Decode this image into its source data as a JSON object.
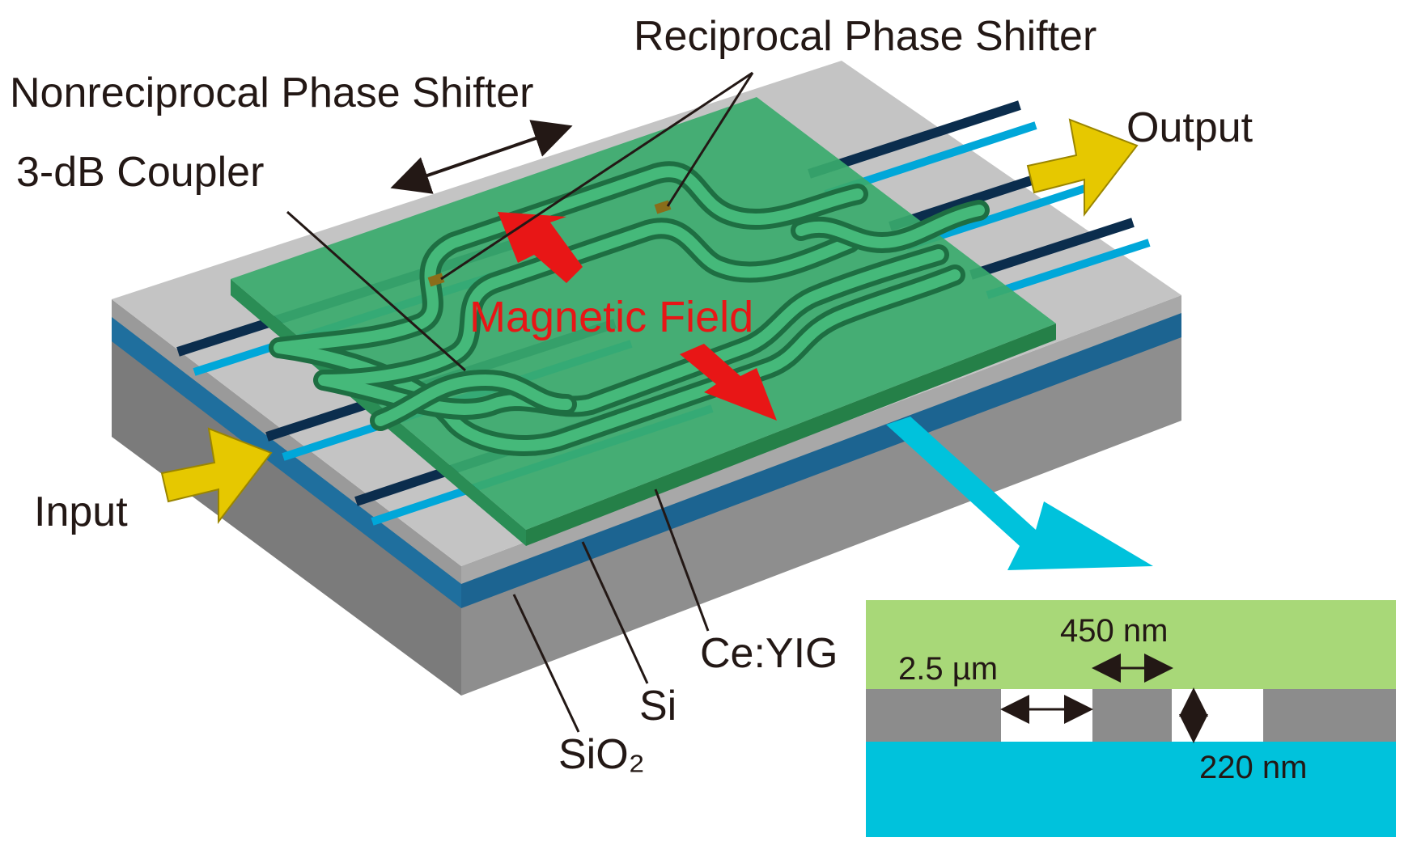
{
  "labels": {
    "nonreciprocal": "Nonreciprocal Phase Shifter",
    "reciprocal": "Reciprocal Phase Shifter",
    "coupler": "3-dB Coupler",
    "output": "Output",
    "input": "Input",
    "magnetic_field": "Magnetic Field",
    "ceyig": "Ce:YIG",
    "si": "Si",
    "sio2": "SiO₂"
  },
  "cross_section": {
    "gap_width": "2.5 µm",
    "waveguide_width": "450 nm",
    "height": "220 nm"
  },
  "colors": {
    "ceyig_green": "#2fa866",
    "si_gray": "#8c8c8c",
    "sio2_blue": "#1f6f9e",
    "cyan": "#00c2dc",
    "field_arrow_red": "#e81616",
    "io_arrow_yellow": "#e6c800",
    "cross_green": "#a8d878"
  }
}
